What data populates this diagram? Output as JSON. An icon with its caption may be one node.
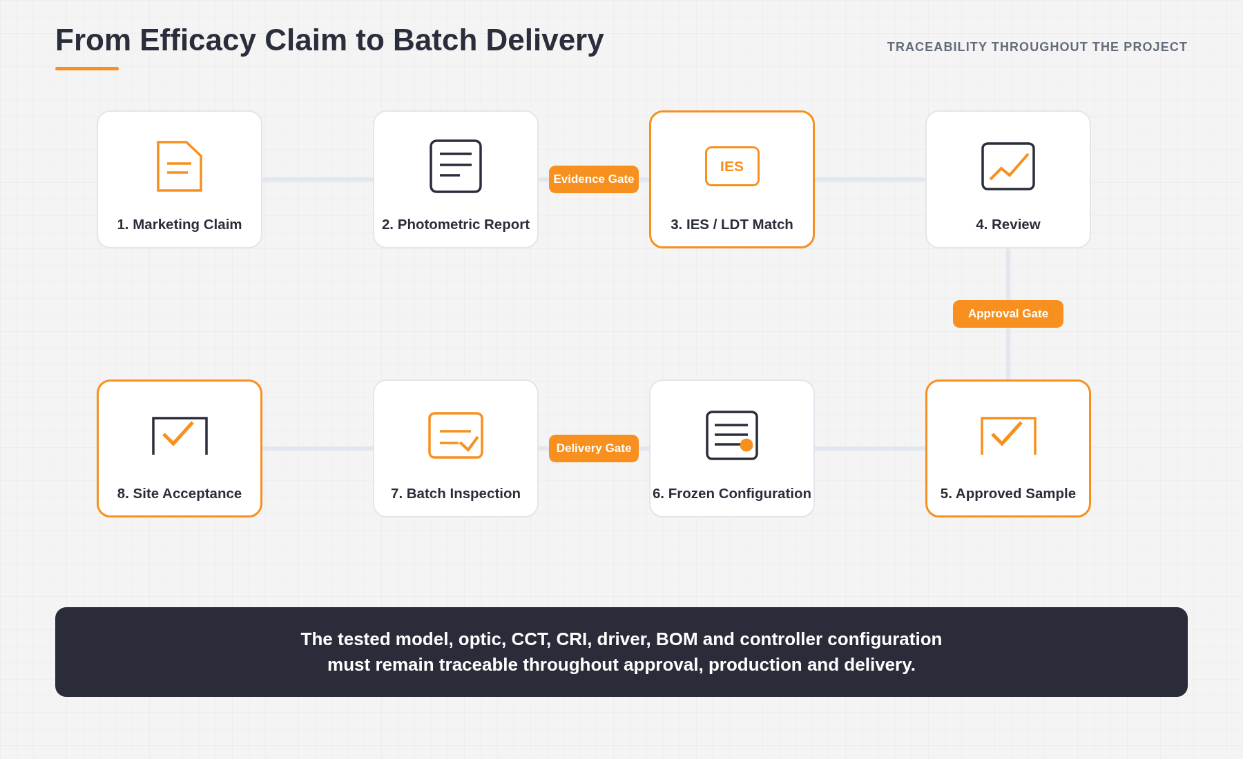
{
  "diagram": {
    "title": "From Efficacy Claim to Batch Delivery",
    "nodes": [
      {
        "text": [
          "1. Marketing Claim"
        ]
      },
      {
        "text": [
          "2. Photometric Report"
        ]
      },
      {
        "text": [
          "IES",
          "3. IES / LDT Match"
        ]
      },
      {
        "text": [
          "4. Review"
        ]
      },
      {
        "text": [
          "5. Approved Sample"
        ]
      },
      {
        "text": [
          "6. Frozen Configuration"
        ]
      },
      {
        "text": [
          "7. Batch Inspection"
        ]
      },
      {
        "text": [
          "8. Site Acceptance"
        ]
      },
      {
        "text": [
          "The tested model, optic, CCT, CRI, driver, BOM and controller configuration must remain traceable throughout approval, production and delivery."
        ]
      }
    ],
    "edges": [
      {
        "from": 0,
        "to": 1,
        "arrow": "none"
      },
      {
        "from": 1,
        "to": 2,
        "arrow": "none",
        "label": "Evidence Gate"
      },
      {
        "from": 2,
        "to": 3,
        "arrow": "none"
      },
      {
        "from": 3,
        "to": 4,
        "arrow": "none",
        "label": "Approval Gate"
      },
      {
        "from": 4,
        "to": 5,
        "arrow": "none"
      },
      {
        "from": 5,
        "to": 6,
        "arrow": "none",
        "label": "Delivery Gate"
      },
      {
        "from": 6,
        "to": 7,
        "arrow": "none"
      }
    ],
    "labels": [
      "TRACEABILITY THROUGHOUT THE PROJECT"
    ]
  }
}
